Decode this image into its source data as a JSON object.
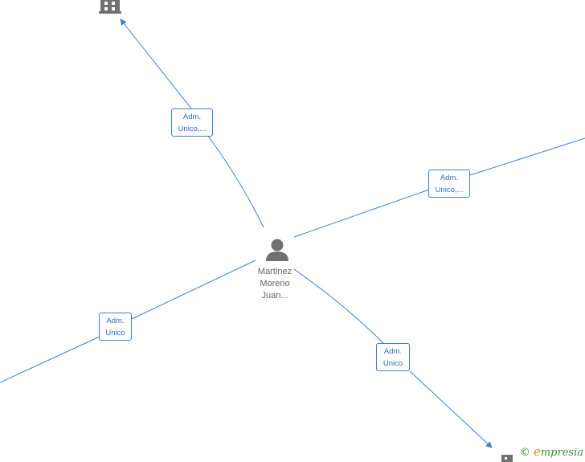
{
  "center_node": {
    "name_lines": [
      "Martinez",
      "Moreno",
      "Juan..."
    ],
    "icon": "person-icon"
  },
  "company_icon": "building-icon",
  "edges": [
    {
      "label_lines": [
        "Adm.",
        "Unico,..."
      ]
    },
    {
      "label_lines": [
        "Adm.",
        "Unico,..."
      ]
    },
    {
      "label_lines": [
        "Adm.",
        "Unico"
      ]
    },
    {
      "label_lines": [
        "Adm.",
        "Unico"
      ]
    }
  ],
  "watermark": {
    "symbol": "©",
    "brand_initial": "e",
    "brand_rest": "mpresia"
  },
  "colors": {
    "edge": "#3f7fcf",
    "node_icon": "#707070",
    "brand_e": "#e08a1e",
    "brand": "#3a8f3a"
  }
}
